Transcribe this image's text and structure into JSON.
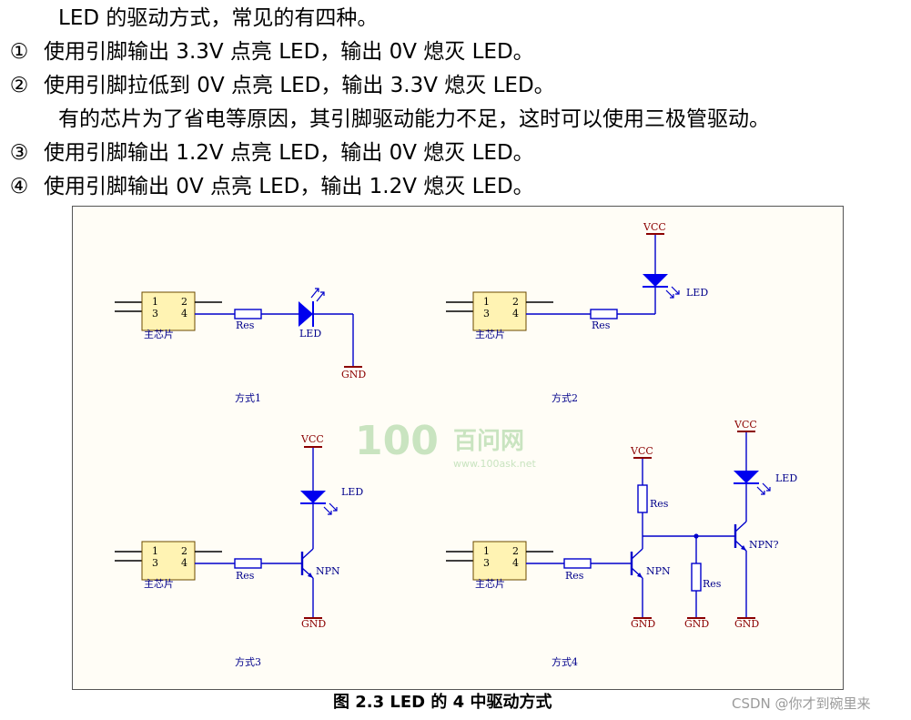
{
  "text": {
    "intro": "LED 的驱动方式，常见的有四种。",
    "items": [
      {
        "num": "①",
        "text": "使用引脚输出 3.3V 点亮 LED，输出 0V 熄灭 LED。"
      },
      {
        "num": "②",
        "text": "使用引脚拉低到 0V 点亮 LED，输出 3.3V 熄灭 LED。"
      },
      {
        "num": "③",
        "text": "使用引脚输出 1.2V 点亮 LED，输出 0V 熄灭 LED。"
      },
      {
        "num": "④",
        "text": "使用引脚输出 0V 点亮 LED，输出 1.2V 熄灭 LED。"
      }
    ],
    "note": "有的芯片为了省电等原因，其引脚驱动能力不足，这时可以使用三极管驱动。"
  },
  "diagram": {
    "chip_label": "主芯片",
    "pins": [
      "1",
      "2",
      "3",
      "4"
    ],
    "res_label": "Res",
    "led_label": "LED",
    "vcc_label": "VCC",
    "gnd_label": "GND",
    "npn_label": "NPN",
    "npn2_label": "NPN?",
    "method_labels": [
      "方式1",
      "方式2",
      "方式3",
      "方式4"
    ],
    "watermark": {
      "logo": "100",
      "name": "百问网",
      "url": "www.100ask.net"
    }
  },
  "caption": "图  2.3  LED 的 4 中驱动方式",
  "csdn_watermark": "CSDN @你才到碗里来",
  "colors": {
    "wire": "#0000cc",
    "power": "#8b0000",
    "chip_fill": "#fff3b3",
    "border": "#555555",
    "diagram_bg": "#fffdf6",
    "watermark": "#c9e4c0"
  }
}
